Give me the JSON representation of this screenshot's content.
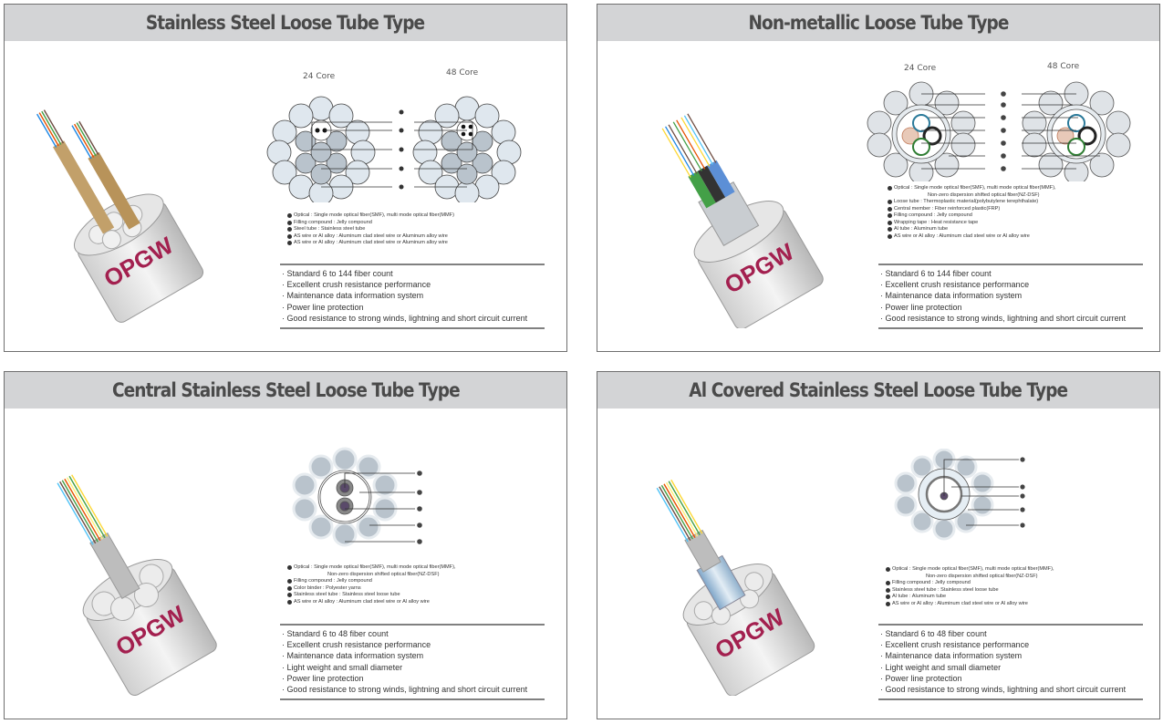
{
  "panels": [
    {
      "title": "Stainless Steel Loose Tube Type",
      "core_labels": [
        "24 Core",
        "48 Core"
      ],
      "legend": [
        {
          "n": 1,
          "text": "Optical : Single mode optical fiber(SMF), multi mode optical fiber(MMF)"
        },
        {
          "n": 2,
          "text": "Filling compound : Jelly compound"
        },
        {
          "n": 3,
          "text": "Steel tube : Stainless steel tube"
        },
        {
          "n": 4,
          "text": "AS wire or Al alloy : Aluminum clad steel wire or Aluminum alloy wire"
        },
        {
          "n": 5,
          "text": "AS wire or Al alloy : Aluminum clad steel wire or Aluminum alloy wire"
        }
      ],
      "features": [
        "Standard 6 to 144 fiber count",
        "Excellent crush resistance performance",
        "Maintenance data information system",
        "Power line protection",
        "Good resistance to strong winds, lightning and short circuit current"
      ],
      "photo_label": "OPGW"
    },
    {
      "title": "Non-metallic Loose Tube Type",
      "core_labels": [
        "24 Core",
        "48 Core"
      ],
      "legend": [
        {
          "n": 1,
          "text": "Optical : Single mode optical fiber(SMF), multi mode optical fiber(MMF),",
          "cont": "Non-zero dispersion shifted optical fiber(NZ-DSF)"
        },
        {
          "n": 2,
          "text": "Loose tube : Thermoplastic material(polybutylene terephthalate)"
        },
        {
          "n": 3,
          "text": "Central member : Fiber reinforced plastic(FRP)"
        },
        {
          "n": 4,
          "text": "Filling compound : Jelly compound"
        },
        {
          "n": 5,
          "text": "Wrapping tape : Heat resistance tape"
        },
        {
          "n": 6,
          "text": "Al tube : Aluminum tube"
        },
        {
          "n": 7,
          "text": "AS wire or Al alloy : Aluminum clad steel wire or Al alloy wire"
        }
      ],
      "features": [
        "Standard 6 to 144 fiber count",
        "Excellent crush resistance performance",
        "Maintenance data information system",
        "Power line protection",
        "Good resistance to strong winds, lightning and short circuit current"
      ],
      "photo_label": "OPGW"
    },
    {
      "title": "Central Stainless Steel Loose Tube Type",
      "legend": [
        {
          "n": 1,
          "text": "Optical : Single mode optical fiber(SMF), multi mode optical fiber(MMF),",
          "cont": "Non-zero dispersion shifted optical fiber(NZ-DSF)"
        },
        {
          "n": 2,
          "text": "Filling compound : Jelly compound"
        },
        {
          "n": 3,
          "text": "Color binder : Polyester yarns"
        },
        {
          "n": 4,
          "text": "Stainless steel tube : Stainless steel loose tube"
        },
        {
          "n": 5,
          "text": "AS wire or Al alloy : Aluminum clad steel wire or Al alloy wire"
        }
      ],
      "features": [
        "Standard 6 to 48 fiber count",
        "Excellent crush resistance performance",
        "Maintenance data information system",
        "Light weight and small diameter",
        "Power line protection",
        "Good resistance to strong winds, lightning and short circuit current"
      ],
      "photo_label": "OPGW"
    },
    {
      "title": "Al Covered Stainless Steel Loose Tube Type",
      "legend": [
        {
          "n": 1,
          "text": "Optical : Single mode optical fiber(SMF), multi mode optical fiber(MMF),",
          "cont": "Non-zero dispersion shifted optical fiber(NZ-DSF)"
        },
        {
          "n": 2,
          "text": "Filling compound : Jelly compound"
        },
        {
          "n": 3,
          "text": "Stainless steel tube : Stainless steel loose tube"
        },
        {
          "n": 4,
          "text": "Al tube : Aluminum tube"
        },
        {
          "n": 5,
          "text": "AS wire or Al alloy : Aluminum clad steel wire or Al alloy wire"
        }
      ],
      "features": [
        "Standard 6 to 48 fiber count",
        "Excellent crush resistance performance",
        "Maintenance data information system",
        "Light weight and small diameter",
        "Power line protection",
        "Good resistance to strong winds, lightning and short circuit current"
      ],
      "photo_label": "OPGW"
    }
  ],
  "colors": {
    "header_bg": "#d3d4d6",
    "title_text": "#4a4a4a",
    "border": "#6f6f6f",
    "wire_fill": "#dfe7ee",
    "inner_wire_fill": "#b9c3cc",
    "opgw_text": "#a3204f"
  }
}
